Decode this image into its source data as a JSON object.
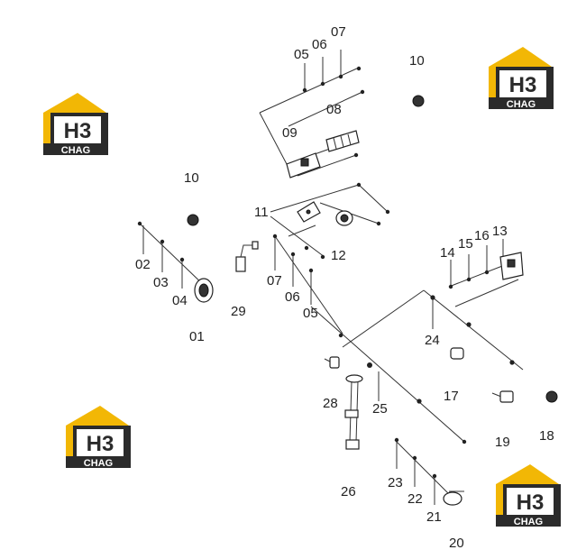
{
  "callouts": {
    "p01": "01",
    "p02": "02",
    "p03": "03",
    "p04": "04",
    "p05a": "05",
    "p06a": "06",
    "p07a": "07",
    "p05b": "05",
    "p06b": "06",
    "p07b": "07",
    "p08": "08",
    "p09": "09",
    "p10a": "10",
    "p10b": "10",
    "p11": "11",
    "p12": "12",
    "p13": "13",
    "p14": "14",
    "p15": "15",
    "p16": "16",
    "p17": "17",
    "p18": "18",
    "p19": "19",
    "p20": "20",
    "p21": "21",
    "p22": "22",
    "p23": "23",
    "p24": "24",
    "p25": "25",
    "p26": "26",
    "p28": "28",
    "p29": "29"
  },
  "watermark": {
    "brand_mark": "H3",
    "brand_name": "CHAG",
    "colors": {
      "roof": "#f2b705",
      "dark": "#2b2b2b",
      "white": "#ffffff"
    }
  }
}
